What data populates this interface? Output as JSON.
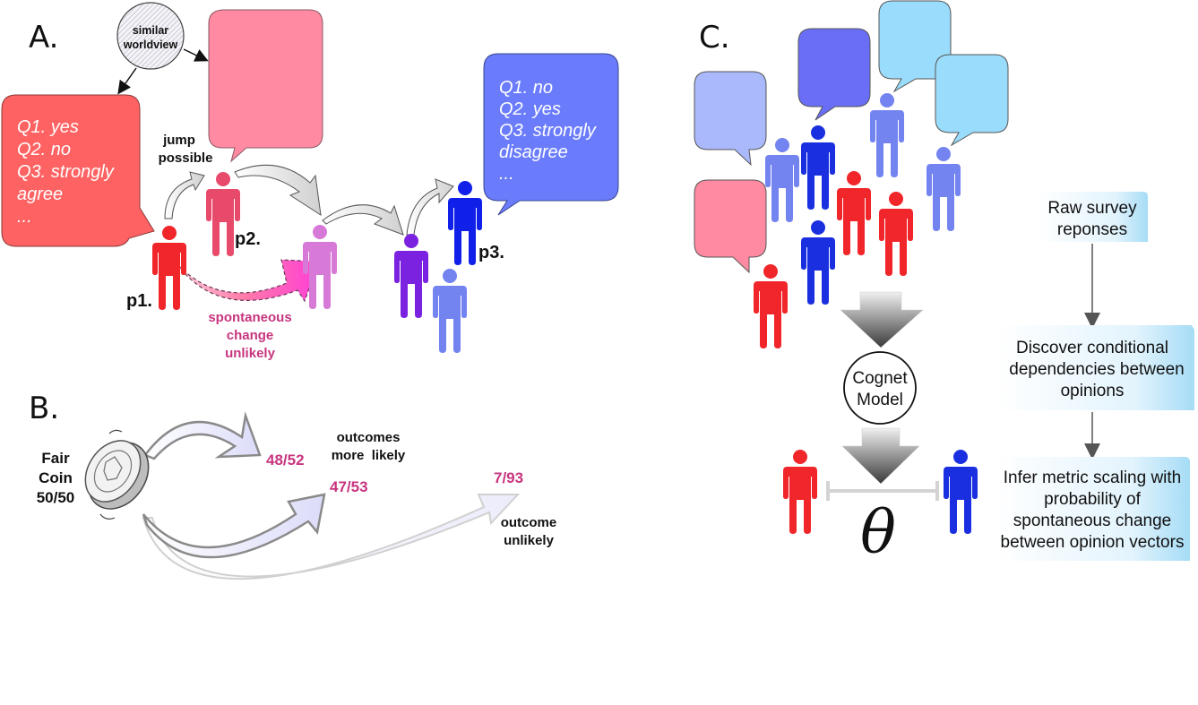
{
  "panels": {
    "a": "A.",
    "b": "B.",
    "c": "C."
  },
  "panel_a": {
    "worldview": [
      "similar",
      "worldview"
    ],
    "jump": [
      "jump",
      "possible"
    ],
    "spontaneous": [
      "spontaneous",
      "change",
      "unlikely"
    ],
    "p1": "p1.",
    "p2": "p2.",
    "p3": "p3.",
    "bubble_p1": [
      "Q1. yes",
      "Q2. no",
      "Q3. strongly",
      "agree",
      "..."
    ],
    "bubble_p3": [
      "Q1. no",
      "Q2. yes",
      "Q3. strongly",
      "disagree",
      "..."
    ]
  },
  "panel_b": {
    "coin": [
      "Fair",
      "Coin",
      "50/50"
    ],
    "v1": "48/52",
    "v2": "47/53",
    "v3": "7/93",
    "likely": [
      "outcomes",
      "more  likely"
    ],
    "unlikely": [
      "outcome",
      "unlikely"
    ]
  },
  "panel_c": {
    "model": [
      "Cognet",
      "Model"
    ],
    "step1": [
      "Raw survey",
      "reponses"
    ],
    "step2": [
      "Discover conditional",
      "dependencies between",
      "opinions"
    ],
    "step3": [
      "Infer metric scaling with",
      "probability of",
      "spontaneous change",
      "between opinion vectors"
    ],
    "theta": "θ"
  },
  "colors": {
    "red": "#f0262a",
    "pink": "#e84a6c",
    "magenta": "#d77ad7",
    "violet": "#7b22e0",
    "blue": "#1020e8",
    "lightblue": "#7384f0",
    "label_magenta": "#c7357f",
    "bubble_red": "#ff6262",
    "bubble_pink": "#ff8aa1",
    "bubble_blue": "#6a7cfb"
  }
}
